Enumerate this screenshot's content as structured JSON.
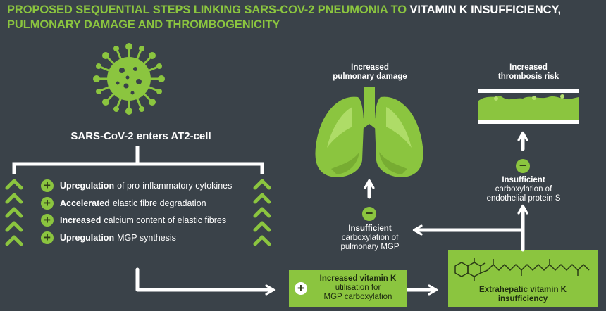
{
  "title": {
    "part1": "PROPOSED SEQUENTIAL STEPS LINKING SARS-COV-2 PNEUMONIA TO ",
    "part2": "VITAMIN K INSUFFICIENCY,",
    "line2": "PULMONARY DAMAGE AND THROMBOGENICITY"
  },
  "virus_caption": "SARS-CoV-2 enters AT2-cell",
  "bullets": [
    {
      "bold": "Upregulation",
      "rest": "of pro-inflammatory cytokines"
    },
    {
      "bold": "Accelerated",
      "rest": "elastic fibre degradation"
    },
    {
      "bold": "Increased",
      "rest": "calcium content of elastic fibres"
    },
    {
      "bold": "Upregulation",
      "rest": "MGP synthesis"
    }
  ],
  "icons": {
    "plus": "+",
    "minus": "−"
  },
  "lungs_label": {
    "line1": "Increased",
    "line2": "pulmonary damage"
  },
  "thrombosis_label": {
    "line1": "Increased",
    "line2": "thrombosis risk"
  },
  "pulmonary_mgp": {
    "head": "Insufficient",
    "line1": "carboxylation of",
    "line2": "pulmonary MGP"
  },
  "protein_s": {
    "head": "Insufficient",
    "line1": "carboxylation of",
    "line2": "endothelial protein S"
  },
  "vitk_util": {
    "head": "Increased vitamin K",
    "line1": "utilisation for",
    "line2": "MGP carboxylation"
  },
  "extrahepatic": {
    "line1": "Extrahepatic vitamin K",
    "line2": "insufficiency"
  },
  "colors": {
    "background": "#3a4249",
    "accent": "#8bc53f",
    "white": "#ffffff"
  }
}
